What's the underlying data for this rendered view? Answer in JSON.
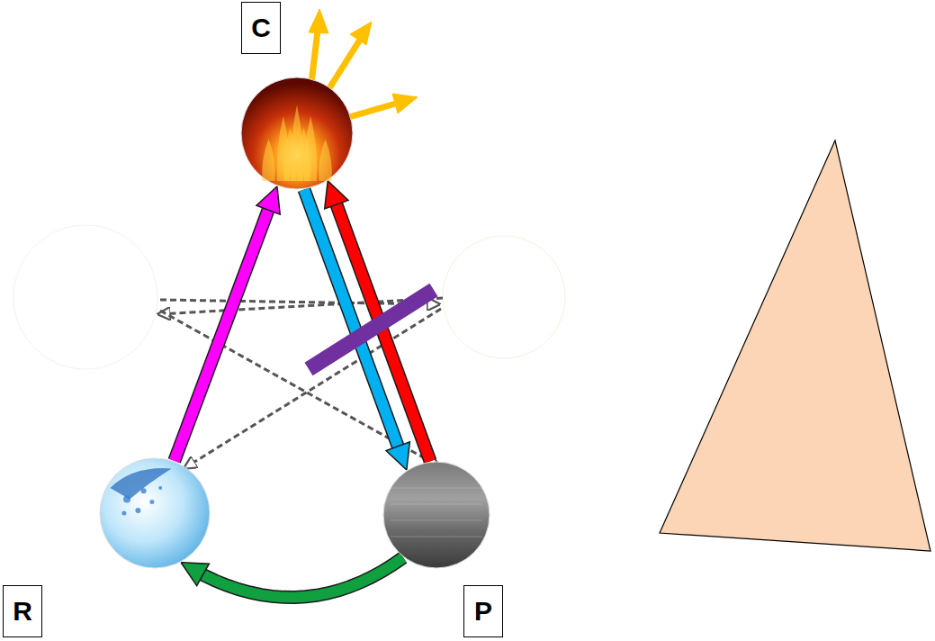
{
  "diagram": {
    "nodes": [
      {
        "text": [
          "C"
        ]
      },
      {
        "text": [
          "R"
        ]
      },
      {
        "text": [
          "P"
        ]
      }
    ],
    "edges": [
      {
        "from": 1,
        "to": 0,
        "arrow": "to"
      },
      {
        "from": 0,
        "to": 2,
        "arrow": "to"
      },
      {
        "from": 2,
        "to": 0,
        "arrow": "to"
      },
      {
        "from": 2,
        "to": 1,
        "arrow": "to"
      }
    ]
  }
}
